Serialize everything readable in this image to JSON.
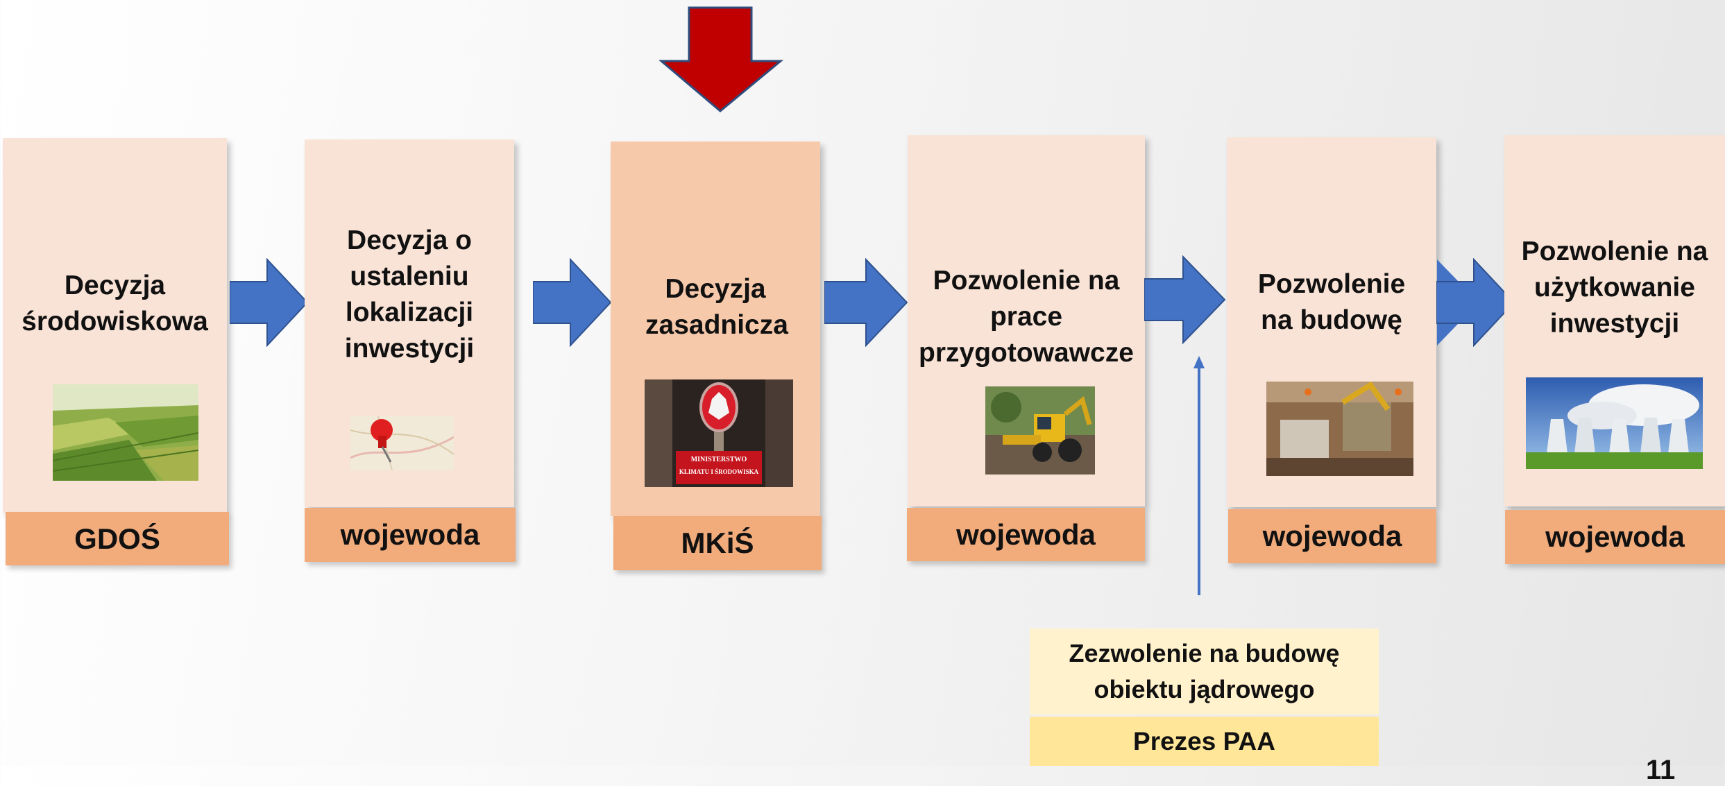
{
  "steps": [
    {
      "title": "Decyzja środowiskowa",
      "authority": "GDOŚ",
      "image": "farm-fields-image"
    },
    {
      "title": "Decyzja o ustaleniu lokalizacji inwestycji",
      "authority": "wojewoda",
      "image": "map-pin-image"
    },
    {
      "title": "Decyzja zasadnicza",
      "authority": "MKiŚ",
      "image": "ministry-sign-image",
      "sign_line1": "MINISTERSTWO",
      "sign_line2": "KLIMATU I ŚRODOWISKA"
    },
    {
      "title": "Pozwolenie na prace przygotowawcze",
      "authority": "wojewoda",
      "image": "excavator-image"
    },
    {
      "title": "Pozwolenie na budowę",
      "authority": "wojewoda",
      "image": "construction-site-image"
    },
    {
      "title": "Pozwolenie na użytkowanie inwestycji",
      "authority": "wojewoda",
      "image": "cooling-towers-image"
    }
  ],
  "nuclear_permit": {
    "title": "Zezwolenie na budowę obiektu jądrowego",
    "authority": "Prezes PAA"
  },
  "page_number": "11",
  "colors": {
    "card": "#f9e3d6",
    "card_highlight": "#f7c9ab",
    "authority": "#f2ac7c",
    "flow_arrow": "#4472c4",
    "focus_arrow": "#c00000",
    "permit_title_bg": "#fff2cc",
    "permit_authority_bg": "#ffe699"
  }
}
